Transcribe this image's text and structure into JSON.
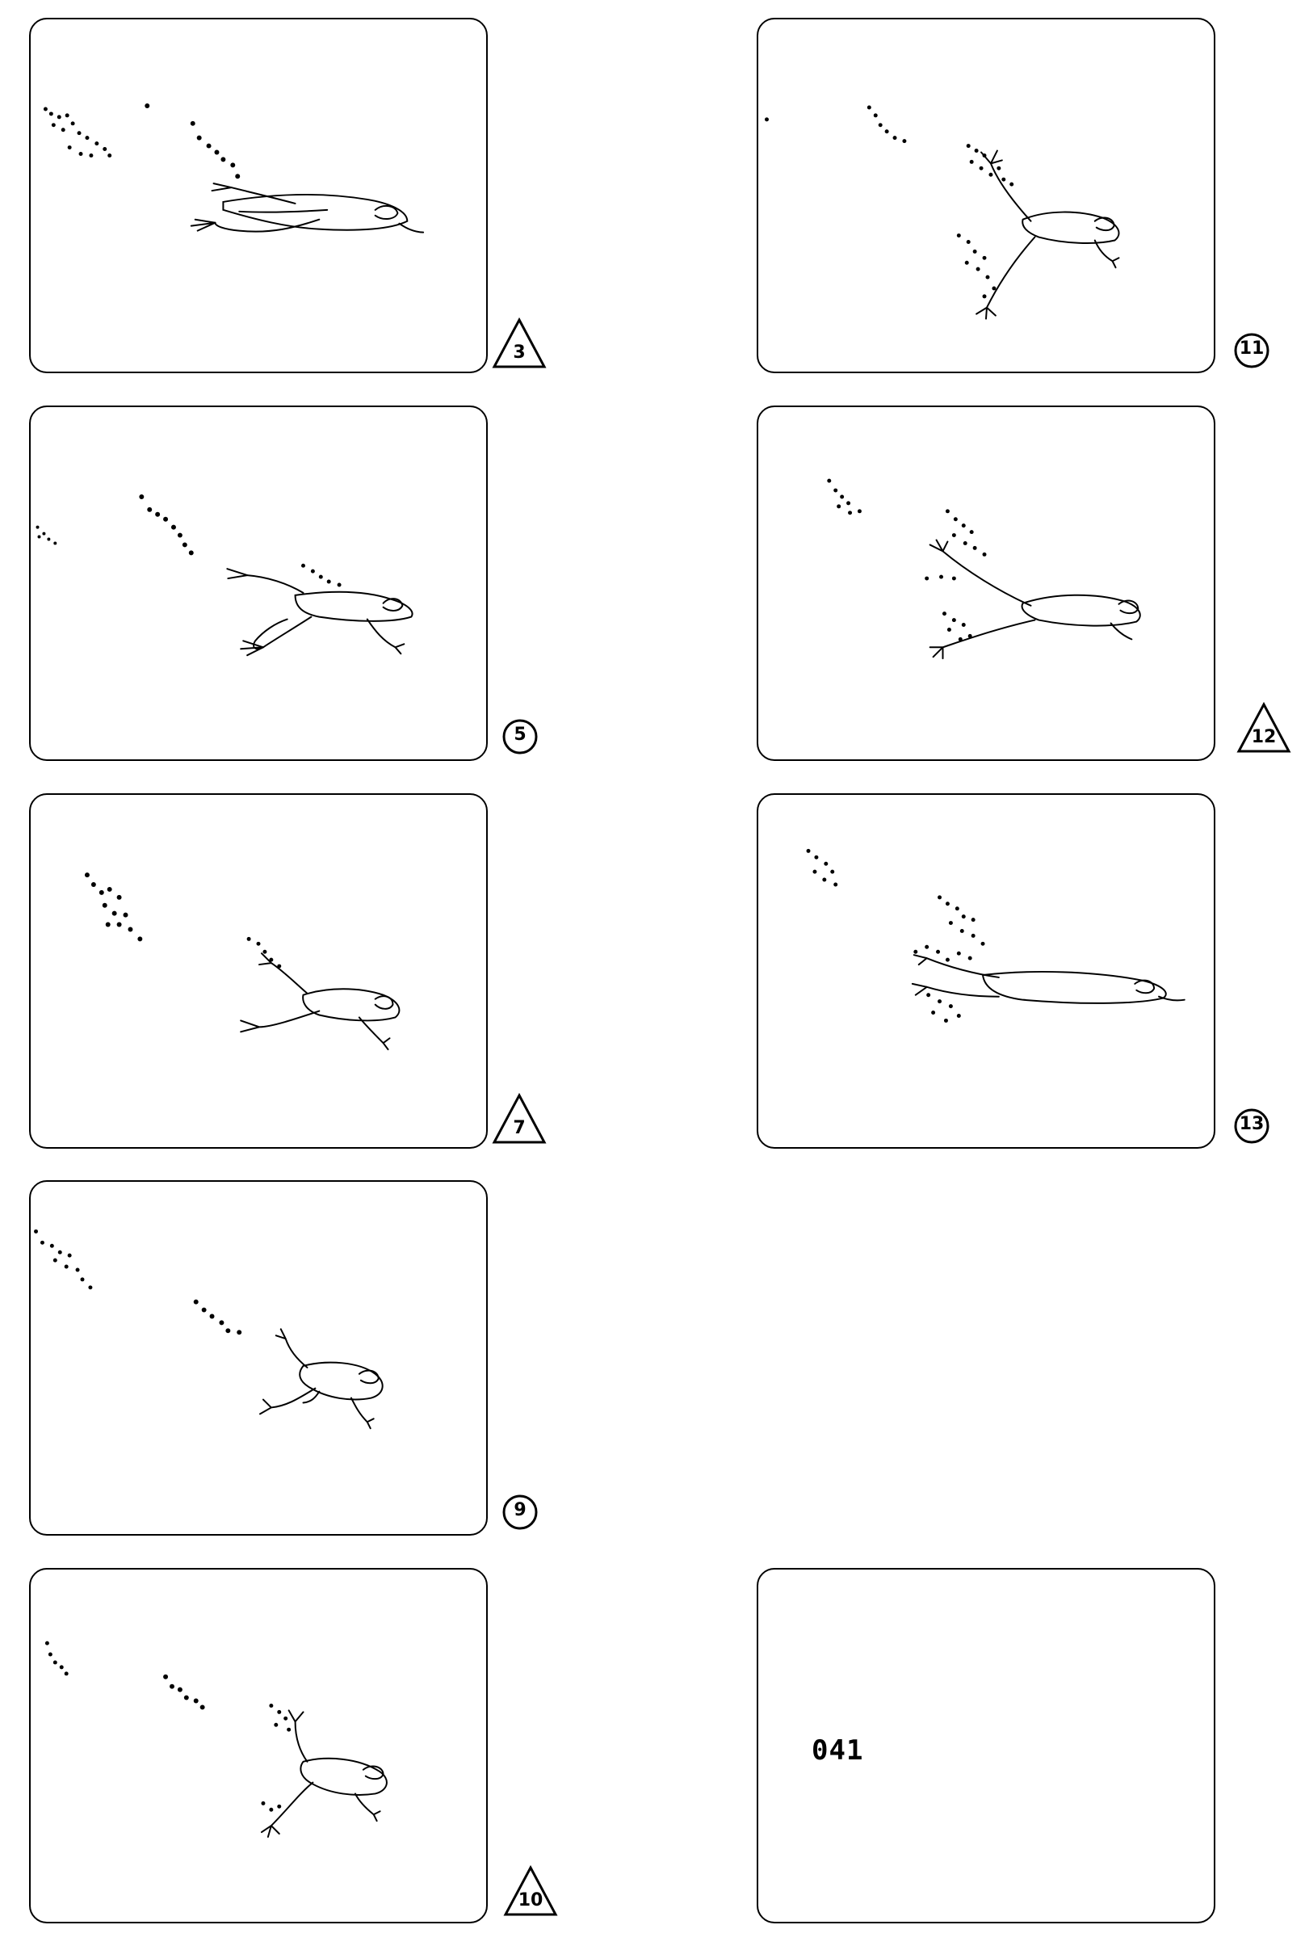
{
  "frames": [
    {
      "id": "3",
      "marker": "triangle",
      "label": "3"
    },
    {
      "id": "5",
      "marker": "circle",
      "label": "5"
    },
    {
      "id": "7",
      "marker": "triangle",
      "label": "7"
    },
    {
      "id": "9",
      "marker": "circle",
      "label": "9"
    },
    {
      "id": "10",
      "marker": "triangle",
      "label": "10"
    },
    {
      "id": "11",
      "marker": "circle",
      "label": "11"
    },
    {
      "id": "12",
      "marker": "triangle",
      "label": "12"
    },
    {
      "id": "13",
      "marker": "circle",
      "label": "13"
    }
  ],
  "slate": {
    "text": "041"
  },
  "colors": {
    "line": "#000000",
    "paper": "#ffffff"
  }
}
